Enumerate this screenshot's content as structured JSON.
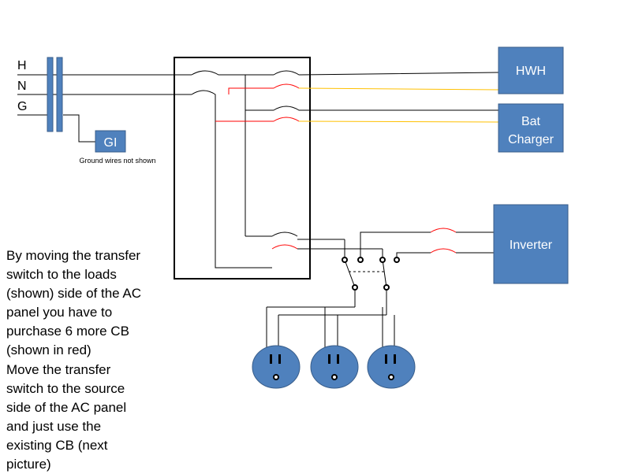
{
  "diagram": {
    "line_labels": {
      "hot": "H",
      "neutral": "N",
      "ground": "G"
    },
    "ground_box": {
      "label": "GI",
      "note": "Ground wires not shown"
    },
    "loads": {
      "hwh": "HWH",
      "charger_line1": "Bat",
      "charger_line2": "Charger",
      "inverter": "Inverter"
    },
    "description_lines": [
      "By moving the transfer",
      "switch to the loads",
      "(shown) side of the AC",
      "panel you have to",
      "purchase 6 more CB",
      "(shown in red)",
      "Move the transfer",
      "switch to the source",
      "side of the AC panel",
      "and just use the",
      "existing CB (next",
      "picture)"
    ],
    "colors": {
      "box_fill": "#4f81bd",
      "box_stroke": "#385d8a",
      "wire": "#000000",
      "added_breaker": "#ff0000",
      "neutral_feed": "#ffc000"
    }
  }
}
